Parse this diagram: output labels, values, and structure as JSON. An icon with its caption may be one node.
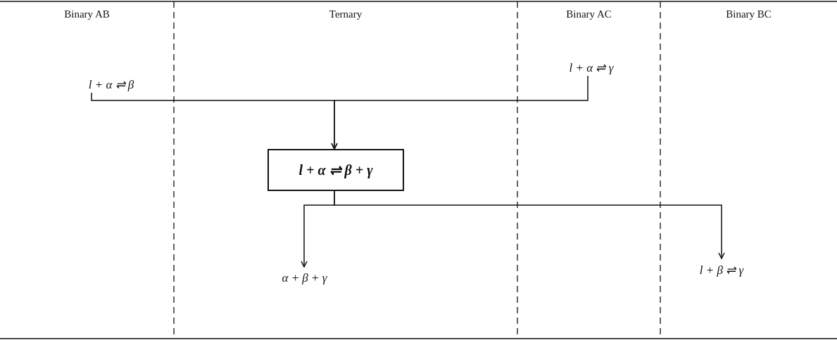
{
  "diagram": {
    "nodes": [
      {
        "text": [
          "l + α ⇌ β"
        ]
      },
      {
        "text": [
          "l + α ⇌ γ"
        ]
      },
      {
        "text": [
          "l + α ⇌ β + γ"
        ]
      },
      {
        "text": [
          "α + β + γ"
        ]
      },
      {
        "text": [
          "l + β ⇌ γ"
        ]
      }
    ],
    "edges": [
      {
        "from": 0,
        "to": 2,
        "arrow": "to"
      },
      {
        "from": 1,
        "to": 2,
        "arrow": "to"
      },
      {
        "from": 2,
        "to": 3,
        "arrow": "to"
      },
      {
        "from": 2,
        "to": 4,
        "arrow": "to"
      }
    ],
    "labels": [
      "Binary AB",
      "Ternary",
      "Binary AC",
      "Binary BC"
    ]
  }
}
